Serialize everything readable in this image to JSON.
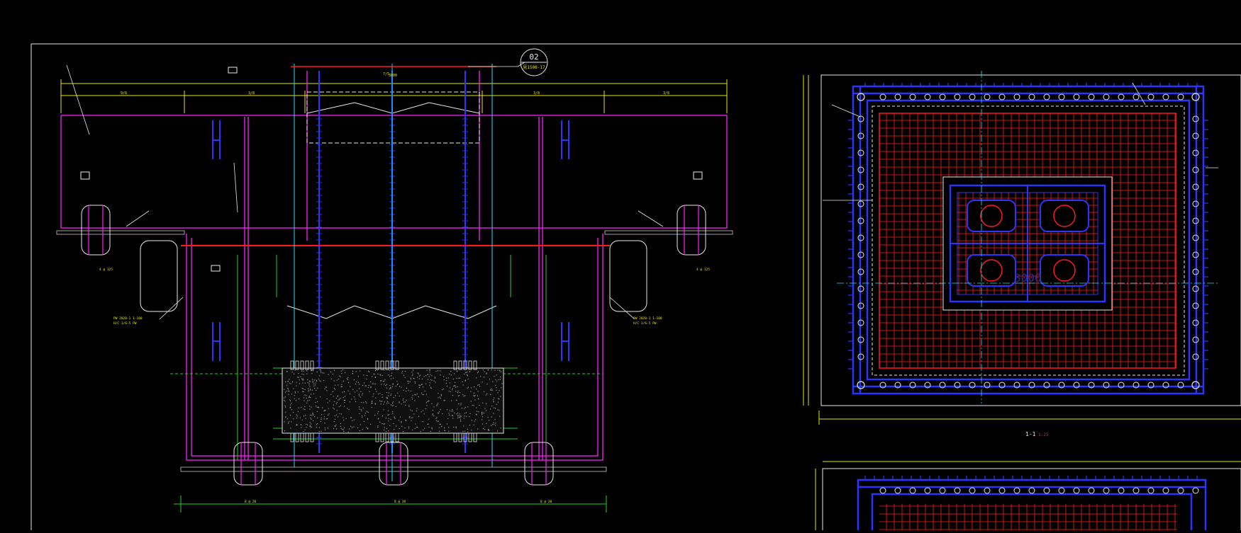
{
  "sheet": {
    "background": "#000000",
    "colors": {
      "white": "#e8e8e8",
      "yellow": "#e6e600",
      "green": "#20d020",
      "blue": "#2a35ff",
      "red": "#ff1a1a",
      "magenta": "#ff20ff",
      "cyan": "#20e0ff",
      "grey": "#a0a0a0",
      "orange": "#ff8c1a"
    }
  },
  "section_view": {
    "detail_callout_number": "02",
    "detail_callout_sheet": "見1506-17",
    "spacer_label": "3000"
  },
  "plan_top": {
    "section_label": "1-1",
    "scale_label": "1:25",
    "inner_watermark": "3000"
  },
  "plan_bottom": {}
}
